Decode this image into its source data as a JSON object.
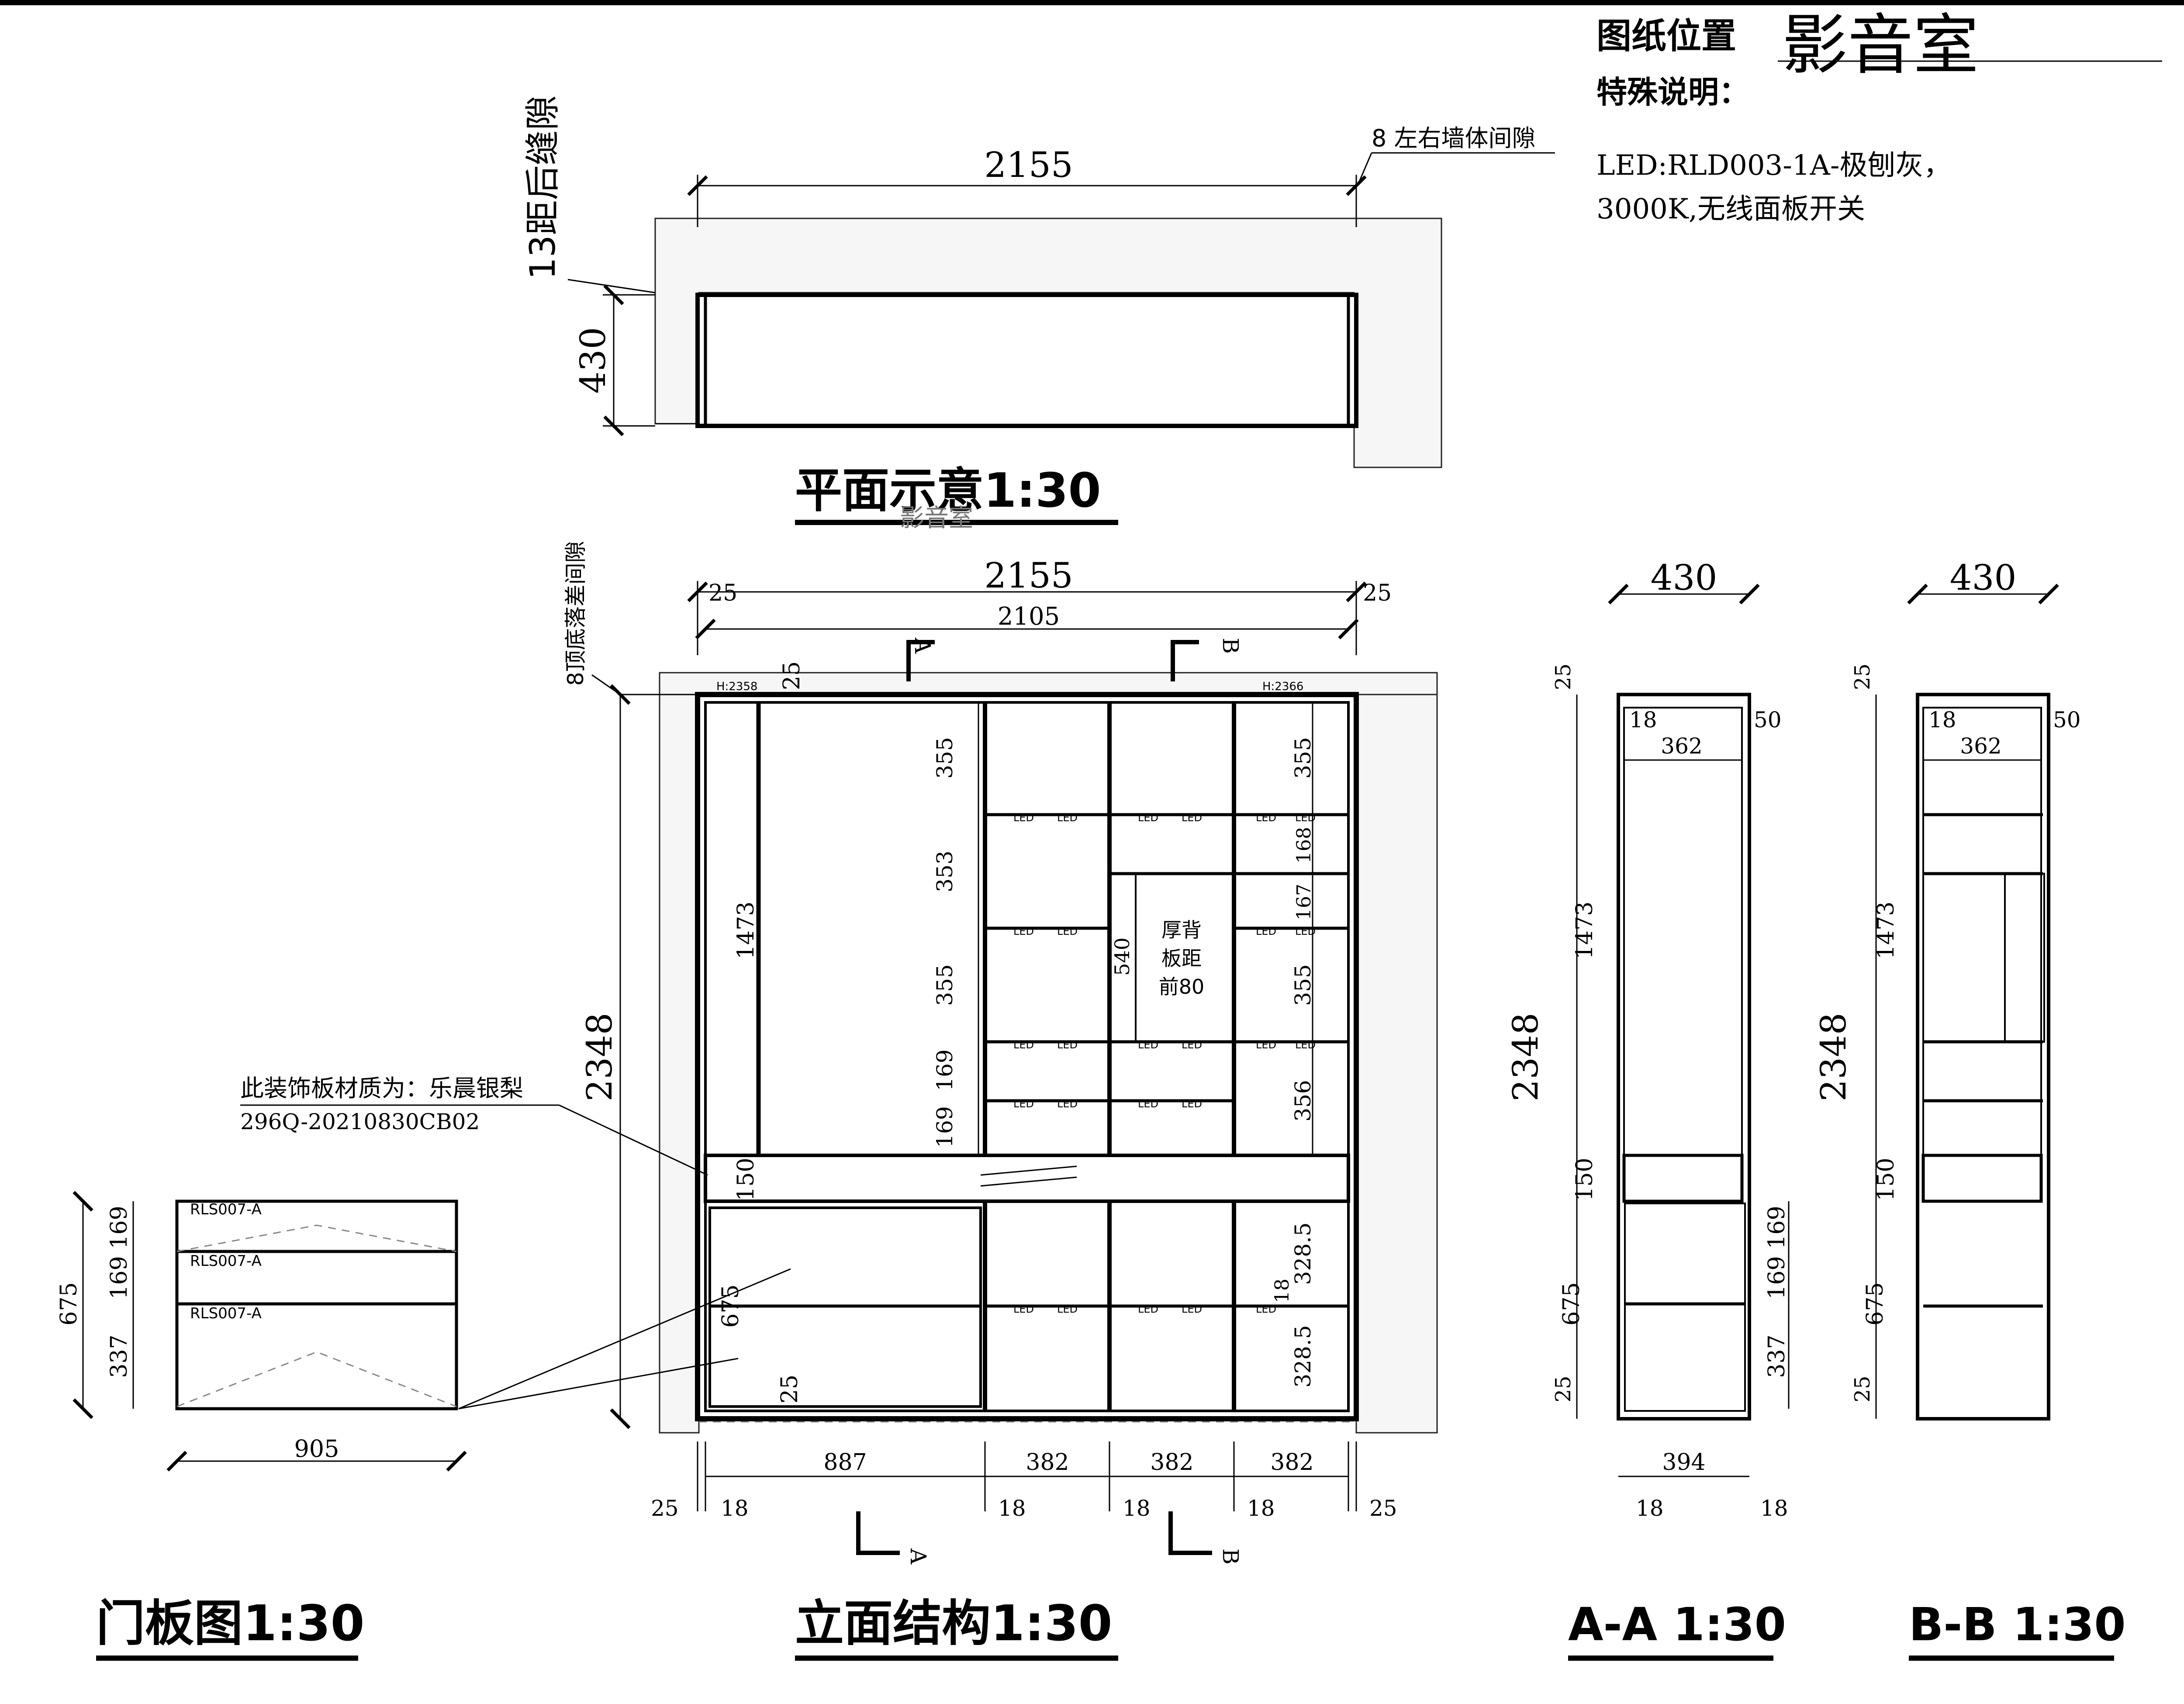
{
  "header": {
    "location_label": "图纸位置",
    "room": "影音室",
    "note_label": "特殊说明：",
    "note_line1": "LED:RLD003-1A-极刨灰，",
    "note_line2": "3000K,无线面板开关"
  },
  "plan": {
    "title": "平面示意1:30",
    "ghost_text": "影音室",
    "width": "2155",
    "depth": "430",
    "gap_rear": "13距后缝隙",
    "gap_side": "8 左右墙体间隙"
  },
  "elevation": {
    "title": "立面结构1:30",
    "overall_width": "2155",
    "inner_width": "2105",
    "side_left": "25",
    "side_right": "25",
    "top_board": "25",
    "height": "2348",
    "top_gap": "8顶底落差间隙",
    "h_left": "H:2358",
    "h_right": "H:2366",
    "sec_a": "A",
    "sec_b": "B",
    "upper_h": "1473",
    "mid_board": "150",
    "lower_h": "675",
    "bottom_board": "25",
    "shelf_dims": [
      "355",
      "353",
      "355",
      "169",
      "169"
    ],
    "right_dims": [
      "355",
      "168",
      "167",
      "355",
      "356"
    ],
    "lower_dims": [
      "328.5",
      "18",
      "328.5"
    ],
    "back_panel": [
      "厚背",
      "板距",
      "前80"
    ],
    "back_panel_h": "540",
    "led_label": "LED",
    "bottom_dims": [
      "887",
      "382",
      "382",
      "382"
    ],
    "bottom_small": [
      "25",
      "18",
      "18",
      "18",
      "18",
      "25"
    ],
    "material_line1": "此装饰板材质为：乐晨银梨",
    "material_line2": "296Q-20210830CB02"
  },
  "door": {
    "title": "门板图1:30",
    "width": "905",
    "total_h": "675",
    "dims": [
      "169",
      "169",
      "337"
    ],
    "handles": [
      "RLS007-A",
      "RLS007-A",
      "RLS007-A"
    ]
  },
  "section_a": {
    "title": "A-A 1:30",
    "depth": "430",
    "top": "25",
    "inner": "362",
    "left": "18",
    "right": "50",
    "height": "2348",
    "upper": "1473",
    "mid": "150",
    "lower": "675",
    "bottom": "25",
    "drawers": [
      "169",
      "169",
      "337"
    ],
    "base": "394",
    "feet": [
      "18",
      "18"
    ]
  },
  "section_b": {
    "title": "B-B 1:30",
    "depth": "430",
    "top": "25",
    "inner": "362",
    "left": "18",
    "right": "50",
    "height": "2348",
    "upper": "1473",
    "mid": "150",
    "lower": "675",
    "bottom": "25"
  }
}
